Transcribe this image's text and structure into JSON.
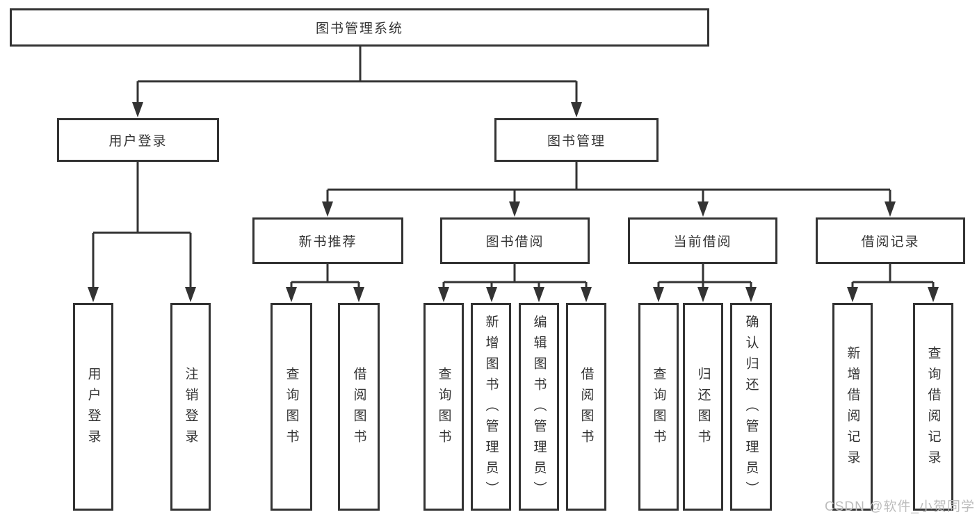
{
  "root": {
    "label": "图书管理系统"
  },
  "level2": [
    {
      "label": "用户登录"
    },
    {
      "label": "图书管理"
    }
  ],
  "level3": [
    {
      "label": "新书推荐"
    },
    {
      "label": "图书借阅"
    },
    {
      "label": "当前借阅"
    },
    {
      "label": "借阅记录"
    }
  ],
  "leaves": {
    "user_login": [
      {
        "label": "用户登录"
      },
      {
        "label": "注销登录"
      }
    ],
    "new_book_recommend": [
      {
        "label": "查询图书"
      },
      {
        "label": "借阅图书"
      }
    ],
    "book_borrow": [
      {
        "label": "查询图书"
      },
      {
        "label": "新增图书（管理员）"
      },
      {
        "label": "编辑图书（管理员）"
      },
      {
        "label": "借阅图书"
      }
    ],
    "current_borrow": [
      {
        "label": "查询图书"
      },
      {
        "label": "归还图书"
      },
      {
        "label": "确认归还（管理员）"
      }
    ],
    "borrow_record": [
      {
        "label": "新增借阅记录"
      },
      {
        "label": "查询借阅记录"
      }
    ]
  },
  "watermark": "CSDN @软件_小贺同学",
  "colors": {
    "line": "#333333",
    "text": "#333333",
    "watermark": "#bcbcbc",
    "background": "#ffffff"
  }
}
